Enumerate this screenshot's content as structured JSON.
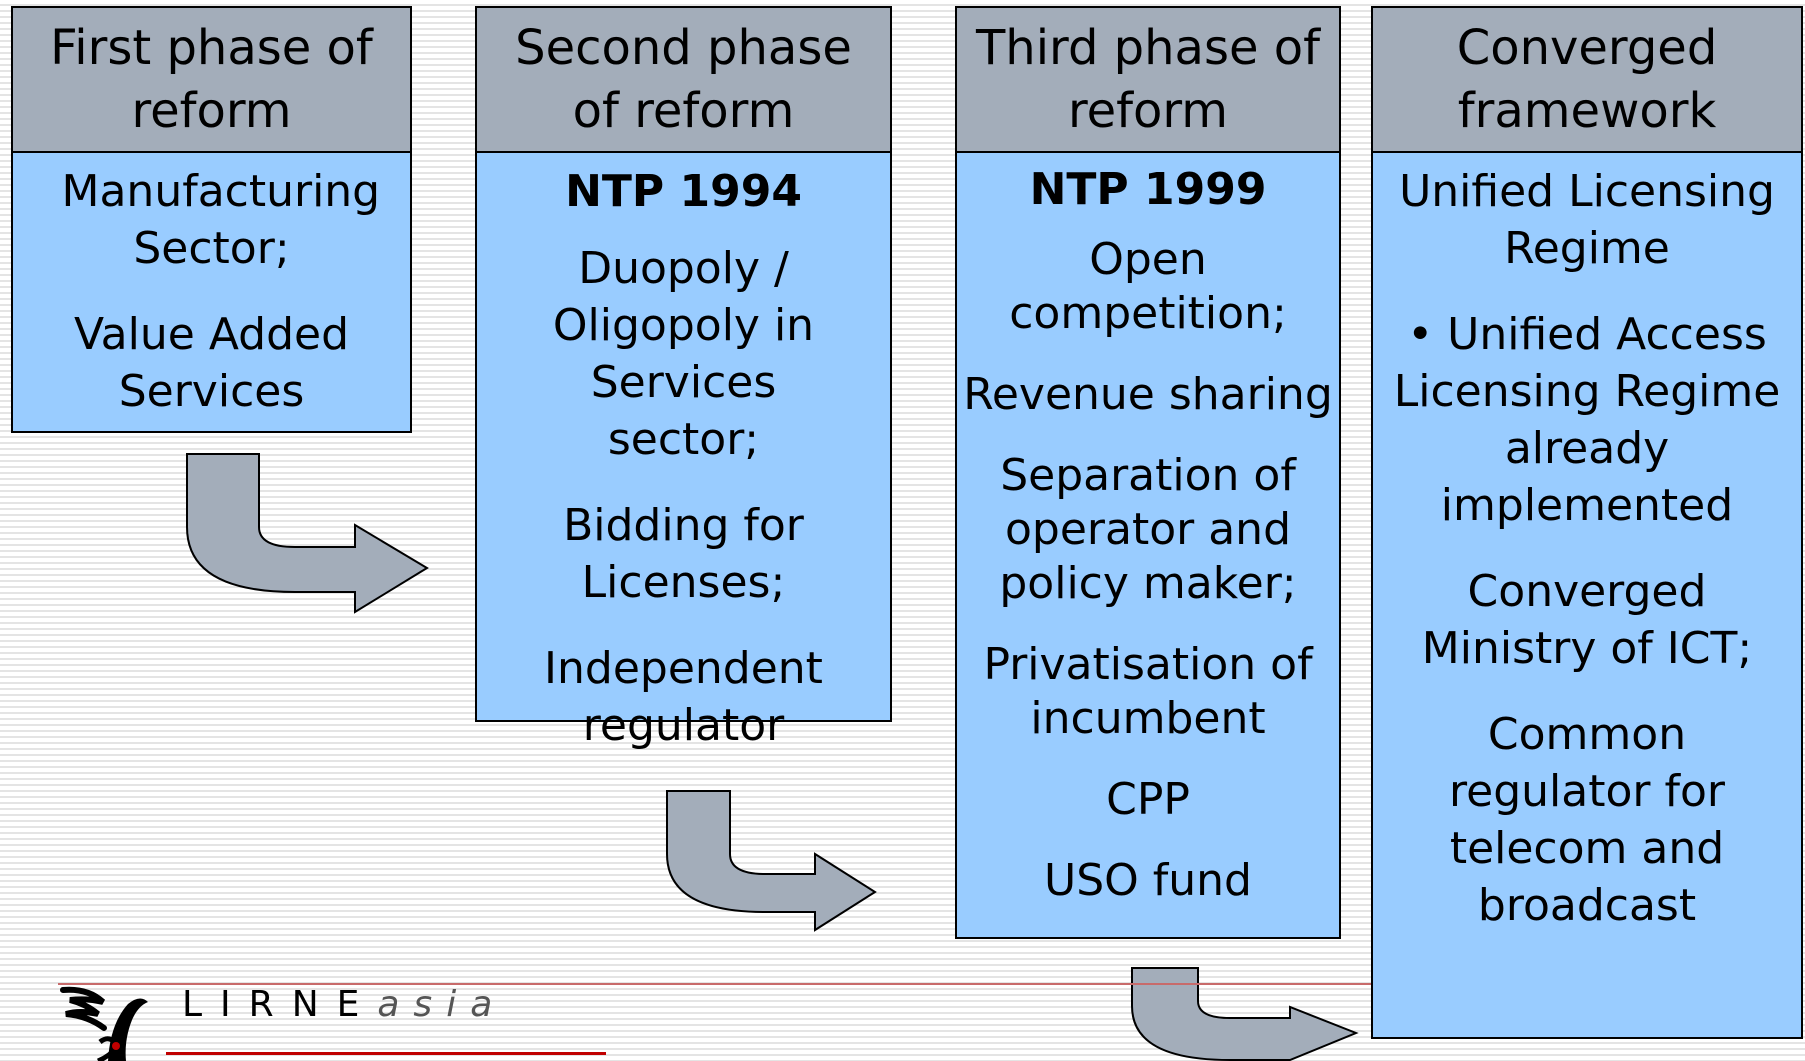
{
  "columns": [
    {
      "header": "First phase of reform",
      "items": [
        {
          "text": "Manufacturing Sector;",
          "bold": false
        },
        {
          "text": "Value Added Services",
          "bold": false
        }
      ]
    },
    {
      "header": "Second phase of reform",
      "items": [
        {
          "text": "NTP 1994",
          "bold": true
        },
        {
          "text": "Duopoly / Oligopoly in Services sector;",
          "bold": false
        },
        {
          "text": "Bidding for Licenses;",
          "bold": false
        },
        {
          "text": "Independent regulator",
          "bold": false
        }
      ]
    },
    {
      "header": "Third phase of reform",
      "items": [
        {
          "text": "NTP 1999",
          "bold": true
        },
        {
          "text": "Open competition;",
          "bold": false
        },
        {
          "text": "Revenue sharing",
          "bold": false
        },
        {
          "text": "Separation of operator and policy maker;",
          "bold": false
        },
        {
          "text": "Privatisation of incumbent",
          "bold": false
        },
        {
          "text": "CPP",
          "bold": false
        },
        {
          "text": "USO fund",
          "bold": false
        }
      ]
    },
    {
      "header": "Converged framework",
      "items": [
        {
          "text": "Unified Licensing Regime",
          "bold": false
        },
        {
          "text": "• Unified Access Licensing Regime already implemented",
          "bold": false
        },
        {
          "text": "Converged Ministry of ICT;",
          "bold": false
        },
        {
          "text": "Common regulator for telecom and broadcast",
          "bold": false
        }
      ]
    }
  ],
  "logo": {
    "text_main": "LIRNE",
    "text_suffix": "asia"
  },
  "colors": {
    "header_fill": "#a3adba",
    "body_fill": "#99ccff",
    "arrow_fill": "#a3adba",
    "logo_line": "#c00000"
  },
  "icons": {
    "arrow": "curved-right-arrow-icon",
    "logo": "lirneasia-bird-icon"
  }
}
